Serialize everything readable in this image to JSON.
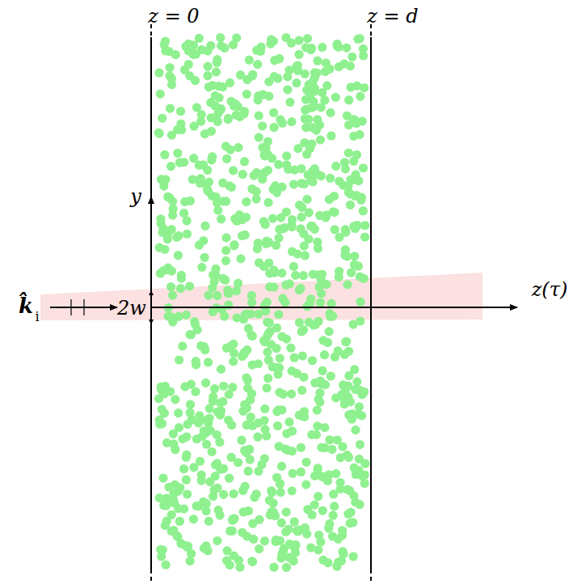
{
  "diagram": {
    "labels": [
      "z = 0",
      "z = d",
      "y",
      "z(τ)",
      "k̂",
      "i",
      "2w"
    ]
  }
}
